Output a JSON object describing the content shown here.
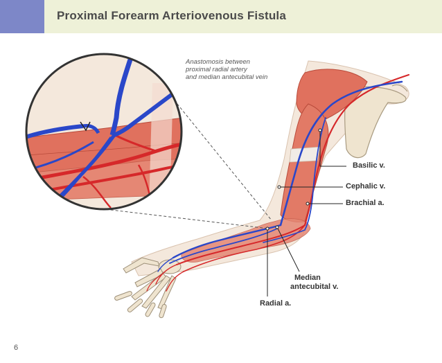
{
  "header": {
    "title": "Proximal Forearm Arteriovenous Fistula"
  },
  "annotation": {
    "line1": "Anastomosis between",
    "line2": "proximal radial artery",
    "line3": "and median antecubital vein"
  },
  "labels": {
    "basilic": "Basilic v.",
    "cephalic": "Cephalic v.",
    "brachial": "Brachial a.",
    "median_line1": "Median",
    "median_line2": "antecubital v.",
    "radial": "Radial a."
  },
  "footer": {
    "page_number": "6"
  },
  "colors": {
    "header_bg": "#eef1d8",
    "header_accent": "#7d87c8",
    "vein": "#2a47c9",
    "artery": "#d6282a",
    "muscle": "#e0715e",
    "skin": "#f4e8dc",
    "bone": "#efe4cf"
  }
}
